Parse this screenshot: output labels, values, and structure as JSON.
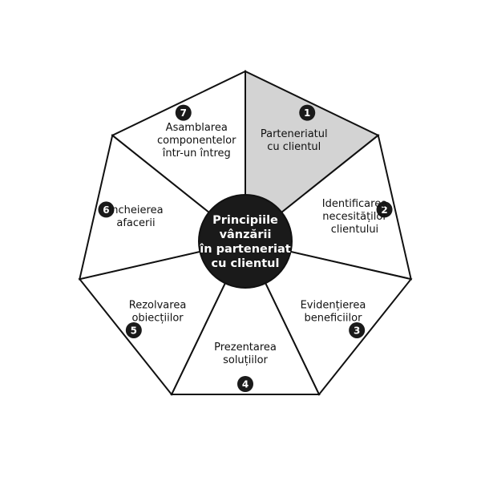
{
  "colors": {
    "outline": "#111111",
    "highlight": "#d3d3d3",
    "segment_fill": "#ffffff",
    "center_fill": "#1a1a1a"
  },
  "center": {
    "lines": [
      "Principiile",
      "vânzării",
      "în parteneriat",
      "cu clientul"
    ]
  },
  "segments": [
    {
      "number": "1",
      "lines": [
        "Parteneriatul",
        "cu clientul"
      ],
      "highlighted": true
    },
    {
      "number": "2",
      "lines": [
        "Identificarea",
        "necesităților",
        "clientului"
      ],
      "highlighted": false
    },
    {
      "number": "3",
      "lines": [
        "Evidențierea",
        "beneficiilor"
      ],
      "highlighted": false
    },
    {
      "number": "4",
      "lines": [
        "Prezentarea",
        "soluțiilor"
      ],
      "highlighted": false
    },
    {
      "number": "5",
      "lines": [
        "Rezolvarea",
        "obiecțiilor"
      ],
      "highlighted": false
    },
    {
      "number": "6",
      "lines": [
        "Încheierea",
        "afacerii"
      ],
      "highlighted": false
    },
    {
      "number": "7",
      "lines": [
        "Asamblarea",
        "componentelor",
        "într-un întreg"
      ],
      "highlighted": false
    }
  ]
}
